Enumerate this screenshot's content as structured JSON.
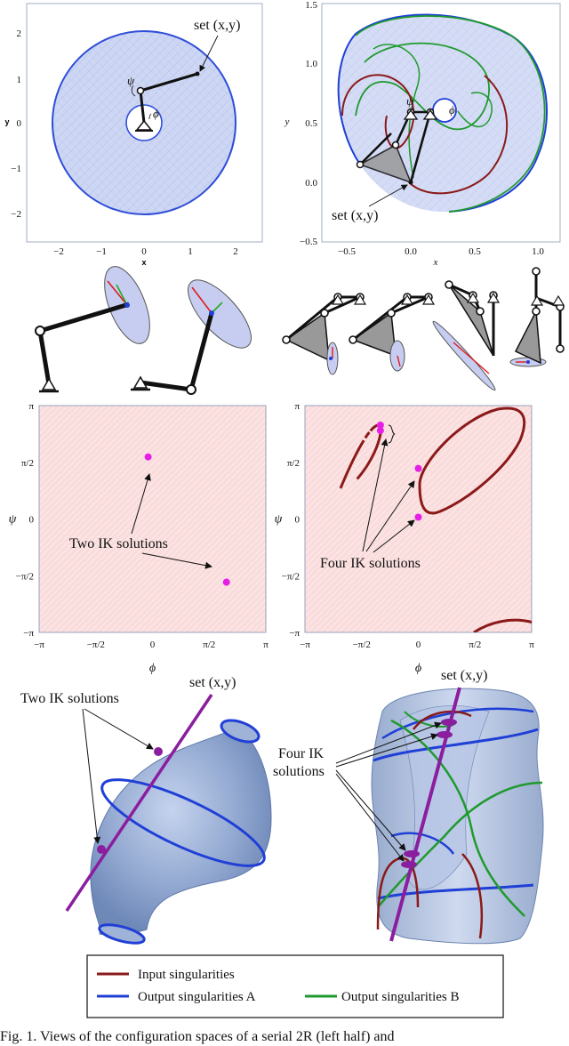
{
  "colors": {
    "input_singularity": "#8b1a1a",
    "output_singularity_a": "#1f3fd6",
    "output_singularity_b": "#1f9a2e",
    "workspace_fill": "#c9d3f2",
    "config_fill": "#fadcdc",
    "ik_point": "#e61ee6",
    "line_set": "#8a1e9e",
    "surface": "#8fa6cf"
  },
  "panel_a": {
    "xlabel": "x",
    "ylabel": "y",
    "xticks": [
      "−2",
      "−1",
      "0",
      "1",
      "2"
    ],
    "yticks": [
      "2",
      "1",
      "0",
      "−1",
      "−2"
    ],
    "annotation": "set (x,y)",
    "psi": "ψ",
    "phi": "ϕ"
  },
  "panel_b": {
    "xlabel": "x",
    "ylabel": "y",
    "xticks": [
      "−0.5",
      "0.0",
      "0.5",
      "1.0"
    ],
    "yticks": [
      "1.5",
      "1.0",
      "0.5",
      "0.0",
      "−0.5"
    ],
    "annotation": "set (x,y)",
    "psi": "ψ",
    "phi": "ϕ"
  },
  "panel_c": {
    "xlabel": "ϕ",
    "ylabel": "ψ",
    "xticks": [
      "−π",
      "−π/2",
      "0",
      "π/2",
      "π"
    ],
    "yticks": [
      "π",
      "π/2",
      "0",
      "−π/2",
      "−π"
    ],
    "annotation": "Two IK solutions",
    "points": [
      [
        -0.12,
        1.72
      ],
      [
        2.05,
        -1.75
      ]
    ]
  },
  "panel_d": {
    "xlabel": "ϕ",
    "ylabel": "ψ",
    "xticks": [
      "−π",
      "−π/2",
      "0",
      "π/2",
      "π"
    ],
    "yticks": [
      "π",
      "π/2",
      "0",
      "−π/2",
      "−π"
    ],
    "annotation": "Four IK solutions",
    "points": [
      [
        -1.05,
        2.6
      ],
      [
        -1.05,
        2.45
      ],
      [
        0.0,
        1.4
      ],
      [
        0.0,
        0.05
      ]
    ]
  },
  "panel_e": {
    "annotation": "Two IK solutions",
    "set_label": "set (x,y)"
  },
  "panel_f": {
    "annotation_line1": "Four IK",
    "annotation_line2": "solutions",
    "set_label": "set (x,y)"
  },
  "legend": {
    "input": "Input singularities",
    "output_a": "Output singularities A",
    "output_b": "Output singularities B"
  },
  "caption": "Fig. 1.    Views of the configuration spaces of a serial 2R (left half) and"
}
